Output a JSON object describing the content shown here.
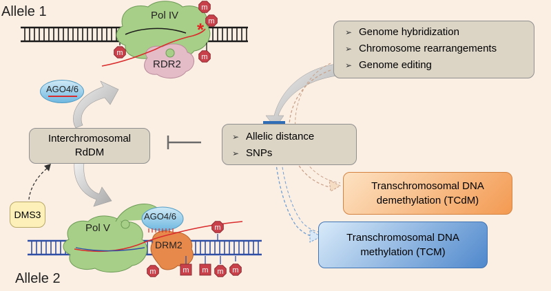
{
  "alleles": {
    "allele1": "Allele 1",
    "allele2": "Allele 2"
  },
  "enzymes": {
    "pol_iv": "Pol IV",
    "rdr2": "RDR2",
    "ago_top": "AGO4/6",
    "pol_v": "Pol V",
    "ago_bottom": "AGO4/6",
    "drm2": "DRM2",
    "dms3": "DMS3",
    "methyl_mark": "m",
    "star": "*"
  },
  "center_box": {
    "line1": "Interchromosomal",
    "line2": "RdDM"
  },
  "factors_box": {
    "items": [
      "Allelic distance",
      "SNPs"
    ]
  },
  "drivers_box": {
    "items": [
      "Genome hybridization",
      "Chromosome rearrangements",
      "Genome editing"
    ]
  },
  "outcomes": {
    "tcdm": {
      "line1": "Transchromosomal DNA",
      "line2": "demethylation (TCdM)"
    },
    "tcm": {
      "line1": "Transchromosomal DNA",
      "line2": "methylation (TCM)"
    }
  },
  "colors": {
    "background": "#fbeee3",
    "polymerase_green": "#a8cf87",
    "rdr2_pink": "#e3bcc8",
    "ago_blue": "#8fcbe8",
    "drm2_orange": "#e8894c",
    "methyl_red": "#c7404a",
    "gray_box": "#dcd5c6",
    "tcdm_orange": "#f7b071",
    "tcm_blue": "#6fa0d7",
    "dms3_yellow": "#fdf1b9"
  }
}
